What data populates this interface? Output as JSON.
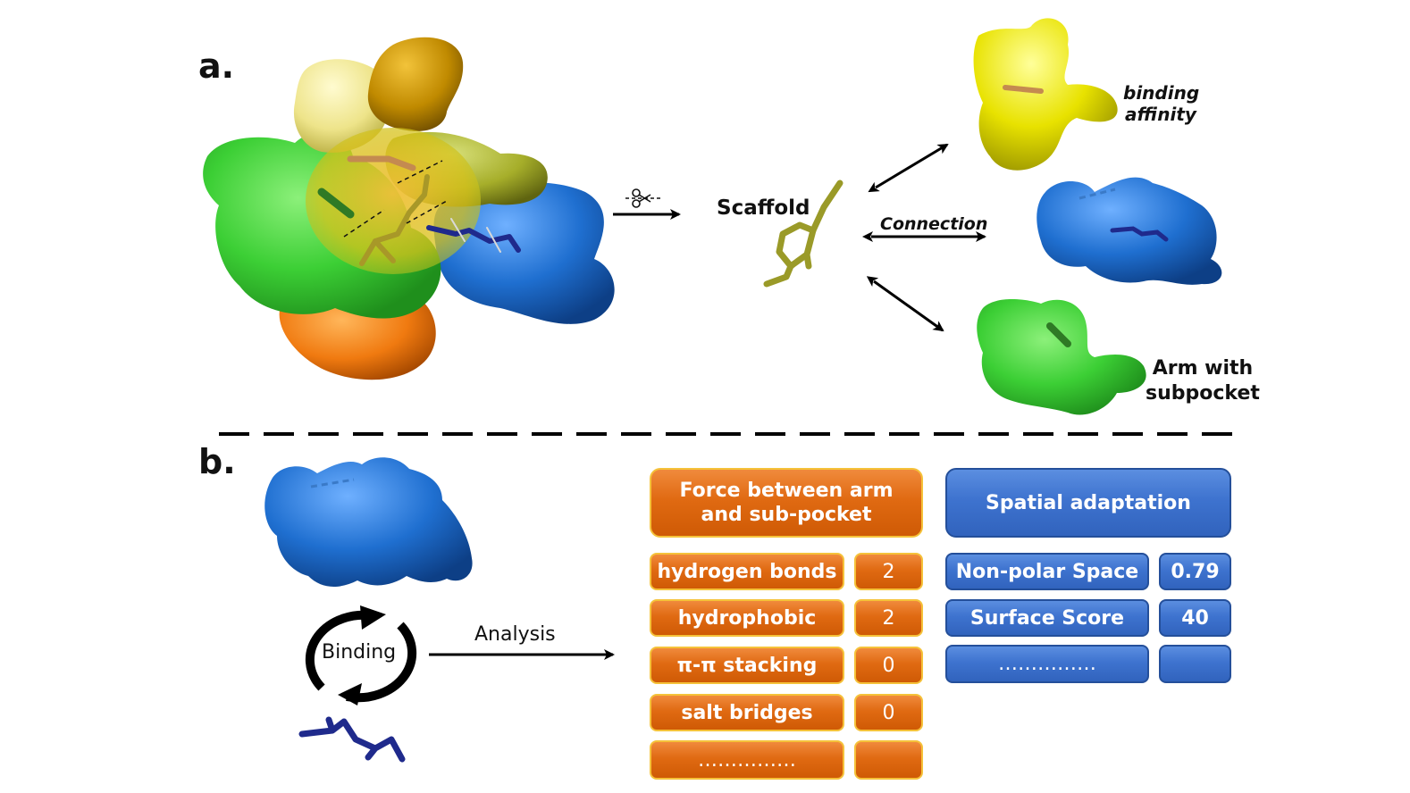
{
  "panel_a": {
    "label": "a.",
    "scaffold_label": "Scaffold",
    "connection_label": "Connection",
    "affinity_label_line1": "binding",
    "affinity_label_line2": "affinity",
    "arm_label_line1": "Arm with",
    "arm_label_line2": "subpocket",
    "cut_icon": "scissors-icon"
  },
  "panel_b": {
    "label": "b.",
    "binding_label": "Binding",
    "analysis_label": "Analysis",
    "force_table": {
      "header": "Force between arm and sub-pocket",
      "rows": [
        {
          "name": "hydrogen bonds",
          "value": "2"
        },
        {
          "name": "hydrophobic",
          "value": "2"
        },
        {
          "name": "π-π stacking",
          "value": "0"
        },
        {
          "name": "salt bridges",
          "value": "0"
        },
        {
          "name": "……………",
          "value": ""
        }
      ]
    },
    "spatial_table": {
      "header": "Spatial adaptation",
      "rows": [
        {
          "name": "Non-polar Space",
          "value": "0.79"
        },
        {
          "name": "Surface Score",
          "value": "40"
        },
        {
          "name": "……………",
          "value": ""
        }
      ]
    }
  },
  "colors": {
    "orange": "#e06a12",
    "orange_border": "#f5c23a",
    "blue": "#3e73cf",
    "blue_border": "#244f9a",
    "pocket_green": "#3fd23a",
    "pocket_yellow": "#e3e000",
    "pocket_blue": "#1f6fd0",
    "pocket_orange": "#f07a10",
    "scaffold_olive": "#9a9a28",
    "ligand_navy": "#1f2a8c"
  }
}
